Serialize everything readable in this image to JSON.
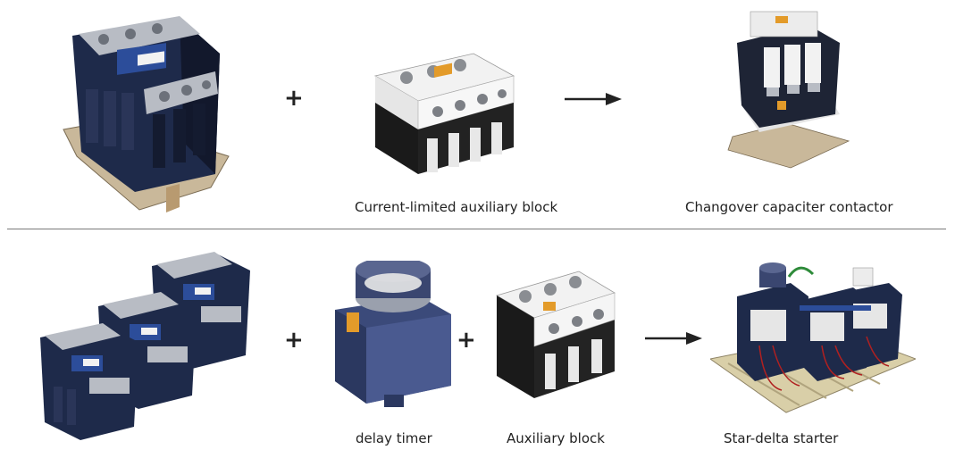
{
  "row1": {
    "plus": "+",
    "captions": {
      "aux_block": "Current-limited auxiliary block",
      "result": "Changover capaciter contactor"
    }
  },
  "row2": {
    "plus1": "+",
    "plus2": "+",
    "captions": {
      "timer": "delay timer",
      "aux_block": "Auxiliary block",
      "result": "Star-delta starter"
    }
  },
  "colors": {
    "body_navy": "#1e2a4a",
    "body_dark": "#12182c",
    "terminal_gray": "#b8bcc4",
    "aux_white": "#f2f2f2",
    "accent_orange": "#e39b2a",
    "rail_beige": "#d9cfa8",
    "wire_red": "#b02020",
    "wire_green": "#2e8b3a"
  }
}
